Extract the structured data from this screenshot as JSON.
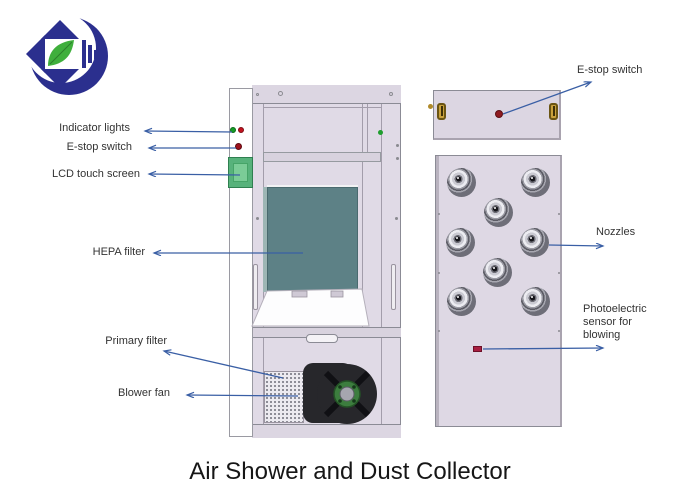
{
  "title": "Air Shower and Dust Collector",
  "callouts": {
    "indicator_lights": "Indicator lights",
    "e_stop_left": "E-stop switch",
    "lcd_touch_screen": "LCD touch screen",
    "hepa_filter": "HEPA filter",
    "primary_filter": "Primary filter",
    "blower_fan": "Blower fan",
    "e_stop_top": "E-stop switch",
    "nozzles": "Nozzles",
    "photoelectric_sensor": "Photoelectric sensor for blowing"
  },
  "components": {
    "nozzle_count": 8,
    "indicator_light_colors": [
      "#159c26",
      "#c3131f"
    ]
  },
  "colors": {
    "arrow": "#3a5fa5",
    "cabinet_panel": "#dcd6e2",
    "hepa_filter": "#5d8186",
    "lcd_screen": "#57b27b",
    "logo_blue": "#2b2f8e",
    "logo_green": "#3faf3c",
    "fan_body": "#27272b",
    "fan_hub": "#3c7d3e",
    "handle_gold": "#c9a13d",
    "sensor_red": "#a81e40"
  }
}
